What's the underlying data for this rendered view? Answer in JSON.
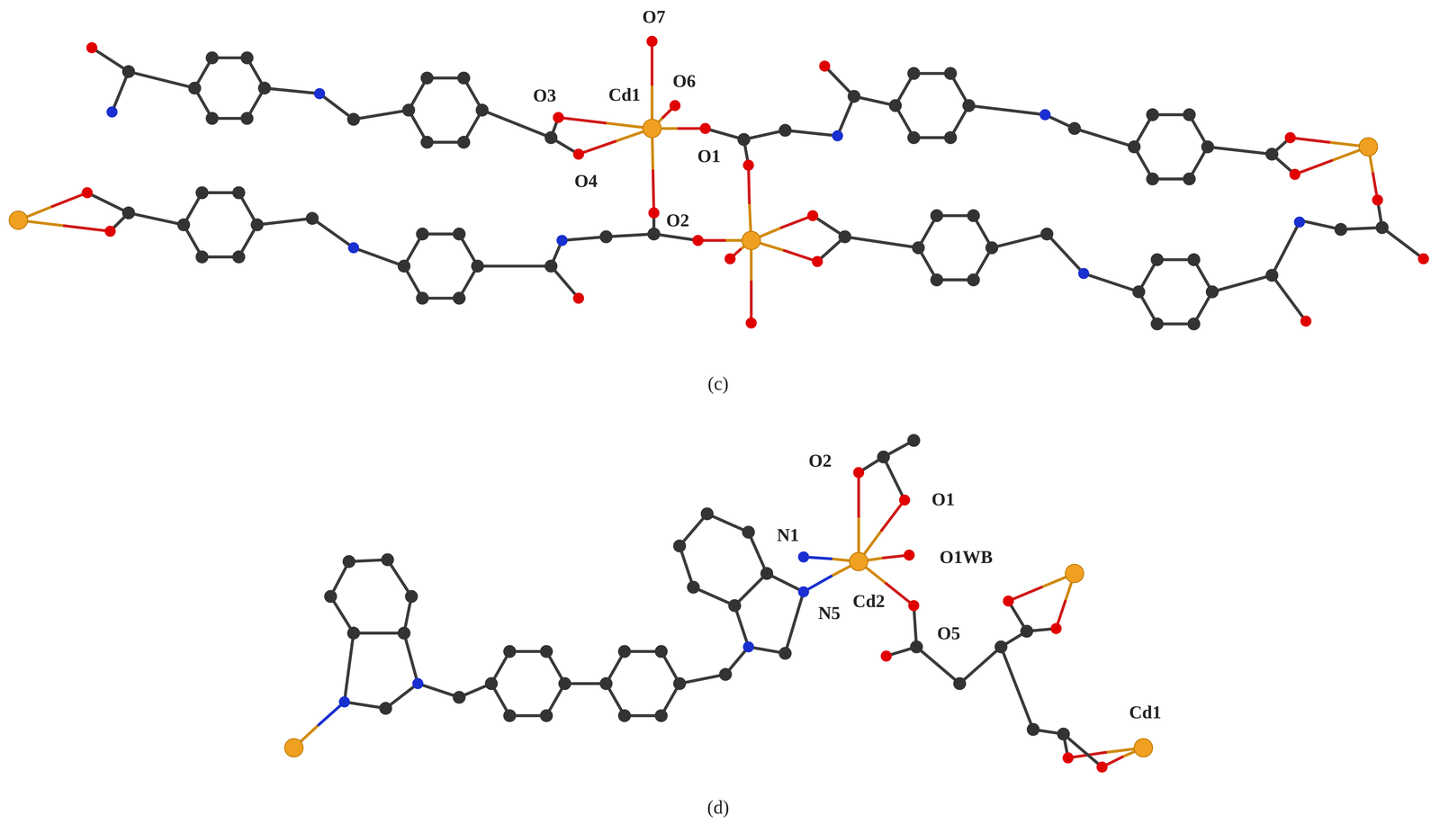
{
  "diagram": {
    "labels": [
      "O7",
      "O6",
      "O3",
      "Cd1",
      "O1",
      "O4",
      "O2",
      "(c)",
      "O2",
      "O1",
      "N1",
      "O1WB",
      "Cd2",
      "N5",
      "O5",
      "Cd1",
      "(d)"
    ]
  }
}
